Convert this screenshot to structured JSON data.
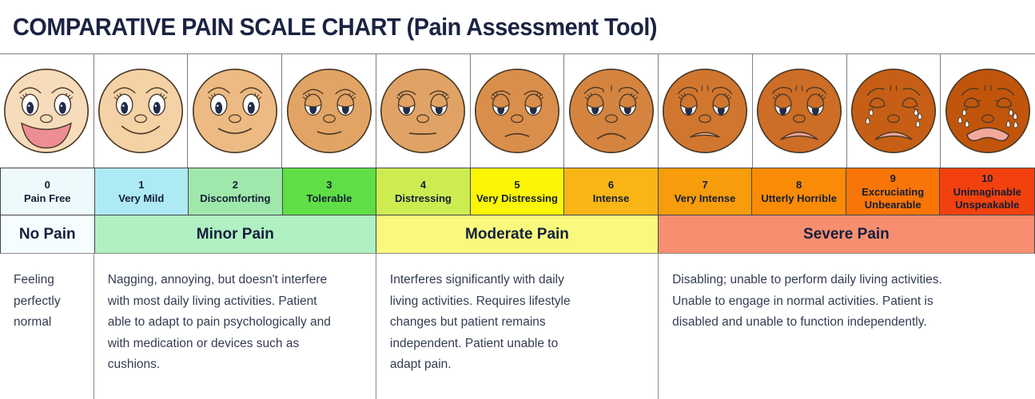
{
  "title": "COMPARATIVE PAIN SCALE CHART (Pain Assessment Tool)",
  "scale": [
    {
      "num": "0",
      "label": "Pain Free",
      "bg": "#eef9fc",
      "face": {
        "icon": "happy-big-smile-face-icon",
        "skin": "#f6dcba",
        "eye": "open",
        "brow": "high",
        "marks": 0,
        "mouth": "open-smile",
        "mouthFill": "#ec8e93"
      }
    },
    {
      "num": "1",
      "label": "Very Mild",
      "bg": "#aeeaf3",
      "face": {
        "icon": "smiling-face-icon",
        "skin": "#f4d2a6",
        "eye": "open",
        "brow": "high",
        "marks": 0,
        "mouth": "smile"
      }
    },
    {
      "num": "2",
      "label": "Discomforting",
      "bg": "#9fe8ab",
      "face": {
        "icon": "mild-smile-face-icon",
        "skin": "#ecba82",
        "eye": "open",
        "brow": "high",
        "marks": 0,
        "mouth": "smile2"
      }
    },
    {
      "num": "3",
      "label": "Tolerable",
      "bg": "#5fdf45",
      "face": {
        "icon": "neutral-smile-face-icon",
        "skin": "#e2a464",
        "eye": 5,
        "brow": "mid",
        "marks": 0,
        "mouth": "smile3"
      }
    },
    {
      "num": "4",
      "label": "Distressing",
      "bg": "#cdec50",
      "face": {
        "icon": "flat-mouth-face-icon",
        "skin": "#e1a365",
        "eye": 7,
        "brow": "low",
        "marks": 0,
        "mouth": "flat"
      }
    },
    {
      "num": "5",
      "label": "Very Distressing",
      "bg": "#fcf503",
      "face": {
        "icon": "slight-frown-face-icon",
        "skin": "#da8e4c",
        "eye": 8,
        "brow": "low",
        "marks": 0,
        "mouth": "frown1"
      }
    },
    {
      "num": "6",
      "label": "Intense",
      "bg": "#f8b515",
      "face": {
        "icon": "frowning-face-icon",
        "skin": "#d58440",
        "eye": 8,
        "brow": "worried",
        "marks": 1,
        "mouth": "frown2"
      }
    },
    {
      "num": "7",
      "label": "Very Intense",
      "bg": "#f79c0b",
      "face": {
        "icon": "open-frown-face-icon",
        "skin": "#d1762f",
        "eye": 9,
        "brow": "worried",
        "marks": 2,
        "mouth": "open-frown-sm",
        "mouthFill": "#e8a68f"
      }
    },
    {
      "num": "8",
      "label": "Utterly Horrible",
      "bg": "#fa8b06",
      "face": {
        "icon": "grimacing-face-icon",
        "skin": "#cd6d26",
        "eye": 9,
        "brow": "worried",
        "marks": 2,
        "mouth": "open-frown",
        "mouthFill": "#efa294"
      }
    },
    {
      "num": "9",
      "label": "Excruciating Unbearable",
      "bg": "#f97507",
      "face": {
        "icon": "crying-face-icon",
        "skin": "#c65f15",
        "eye": "closed",
        "brow": "angry",
        "marks": 2,
        "mouth": "open-frown",
        "mouthFill": "#f0a89a",
        "tears": [
          [
            31,
            62
          ],
          [
            26.5,
            73
          ],
          [
            89,
            62
          ],
          [
            94,
            67
          ],
          [
            91.5,
            77
          ]
        ]
      }
    },
    {
      "num": "10",
      "label": "Unimaginable Unspeakable",
      "bg": "#f2410e",
      "face": {
        "icon": "sobbing-face-icon",
        "skin": "#c0550b",
        "eye": "squeezed",
        "brow": "angry",
        "marks": 2,
        "mouth": "wavy",
        "mouthFill": "#f2a99c",
        "tears": [
          [
            29.5,
            62
          ],
          [
            24,
            72
          ],
          [
            33,
            77
          ],
          [
            90,
            62
          ],
          [
            95.5,
            67
          ],
          [
            86.5,
            77
          ],
          [
            96,
            78
          ]
        ]
      }
    }
  ],
  "categories": [
    {
      "label": "No Pain",
      "bg": "#f6fdfe",
      "span": 1,
      "description": "Feeling\nperfectly\nnormal"
    },
    {
      "label": "Minor Pain",
      "bg": "#b0f0c2",
      "span": 3,
      "description": "Nagging, annoying, but doesn't interfere\nwith most daily living activities. Patient\nable to adapt to pain psychologically and\nwith medication or devices such as\ncushions."
    },
    {
      "label": "Moderate Pain",
      "bg": "#f9f97d",
      "span": 3,
      "description": "Interferes significantly with daily\nliving activities. Requires lifestyle\nchanges but patient remains\nindependent. Patient unable to\nadapt pain."
    },
    {
      "label": "Severe Pain",
      "bg": "#f78e6f",
      "span": 4,
      "description": "Disabling; unable to perform daily living activities.\nUnable to engage in normal activities. Patient is\ndisabled and unable to function independently."
    }
  ]
}
